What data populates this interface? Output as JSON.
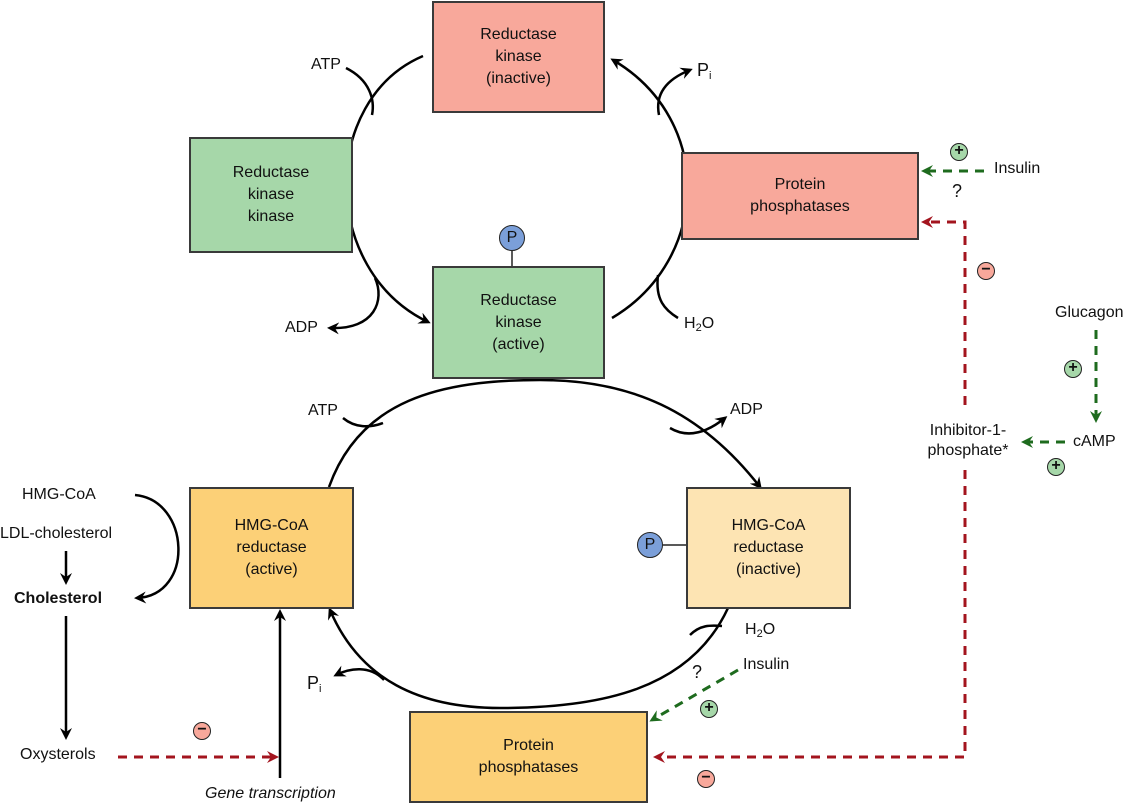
{
  "nodes": {
    "rk_inactive": "Reductase\nkinase\n(inactive)",
    "rk_kinase": "Reductase\nkinase\nkinase",
    "rk_active": "Reductase\nkinase\n(active)",
    "pp_top": "Protein\nphosphatases",
    "hmg_active": "HMG-CoA\nreductase\n(active)",
    "hmg_inactive": "HMG-CoA\nreductase\n(inactive)",
    "pp_bottom": "Protein\nphosphatases"
  },
  "labels": {
    "atp_top": "ATP",
    "adp_top": "ADP",
    "pi_top": "P",
    "pi_sub": "i",
    "h2o_top_h": "H",
    "h2o_sub": "2",
    "h2o_o": "O",
    "atp_bottom": "ATP",
    "adp_bottom": "ADP",
    "pi_bottom": "P",
    "h2o_bottom_h": "H",
    "h2o_bottom_o": "O",
    "insulin_top": "Insulin",
    "insulin_bottom": "Insulin",
    "question": "?",
    "glucagon": "Glucagon",
    "camp": "cAMP",
    "inhibitor": "Inhibitor-1-\nphosphate*",
    "hmg_coa": "HMG-CoA",
    "ldl": "LDL-cholesterol",
    "cholesterol": "Cholesterol",
    "oxysterols": "Oxysterols",
    "gene_transcription": "Gene transcription",
    "phosphate": "P",
    "plus": "+",
    "minus": "−"
  },
  "colors": {
    "inactive_kinase": "#f8a89b",
    "active_kinase": "#a6d7a9",
    "active_reductase": "#fcd077",
    "inactive_reductase": "#fde4b3",
    "phosphate": "#7b9fd9",
    "stimulate_arrow": "#1e6b1e",
    "inhibit_arrow": "#a3141e"
  }
}
